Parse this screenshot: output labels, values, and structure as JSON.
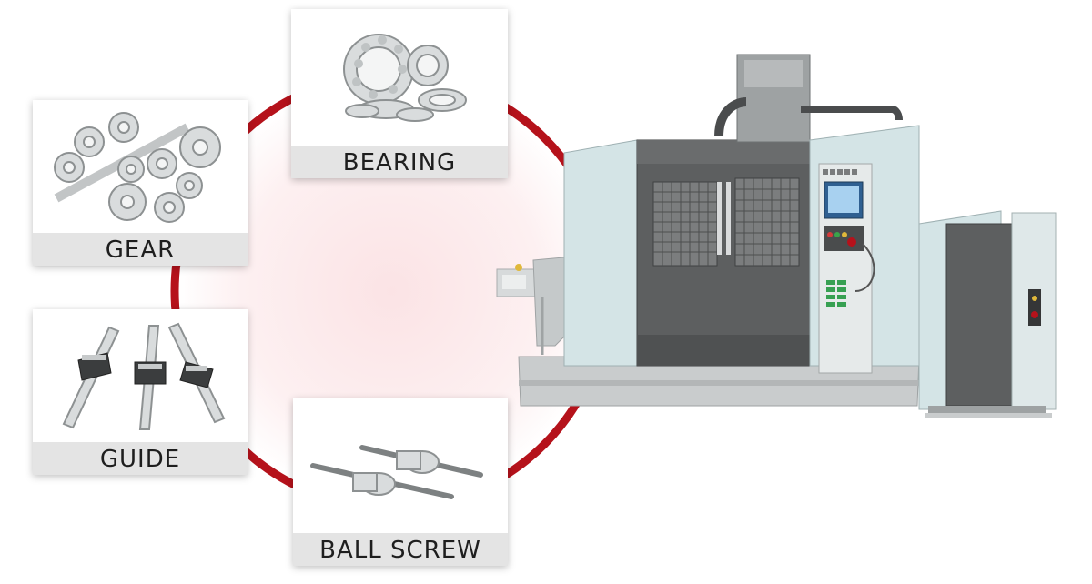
{
  "components": [
    {
      "id": "bearing",
      "label": "BEARING",
      "icon": "bearing-icon"
    },
    {
      "id": "gear",
      "label": "GEAR",
      "icon": "gear-icon"
    },
    {
      "id": "guide",
      "label": "GUIDE",
      "icon": "linear-guide-icon"
    },
    {
      "id": "ballscrew",
      "label": "BALL SCREW",
      "icon": "ball-screw-icon"
    }
  ],
  "machine": {
    "icon": "cnc-machining-center-icon"
  },
  "colors": {
    "ring": "#b5121b",
    "glow": "#fbe3e5",
    "label_bg": "#e4e4e4",
    "label_text": "#1e1e1e"
  }
}
